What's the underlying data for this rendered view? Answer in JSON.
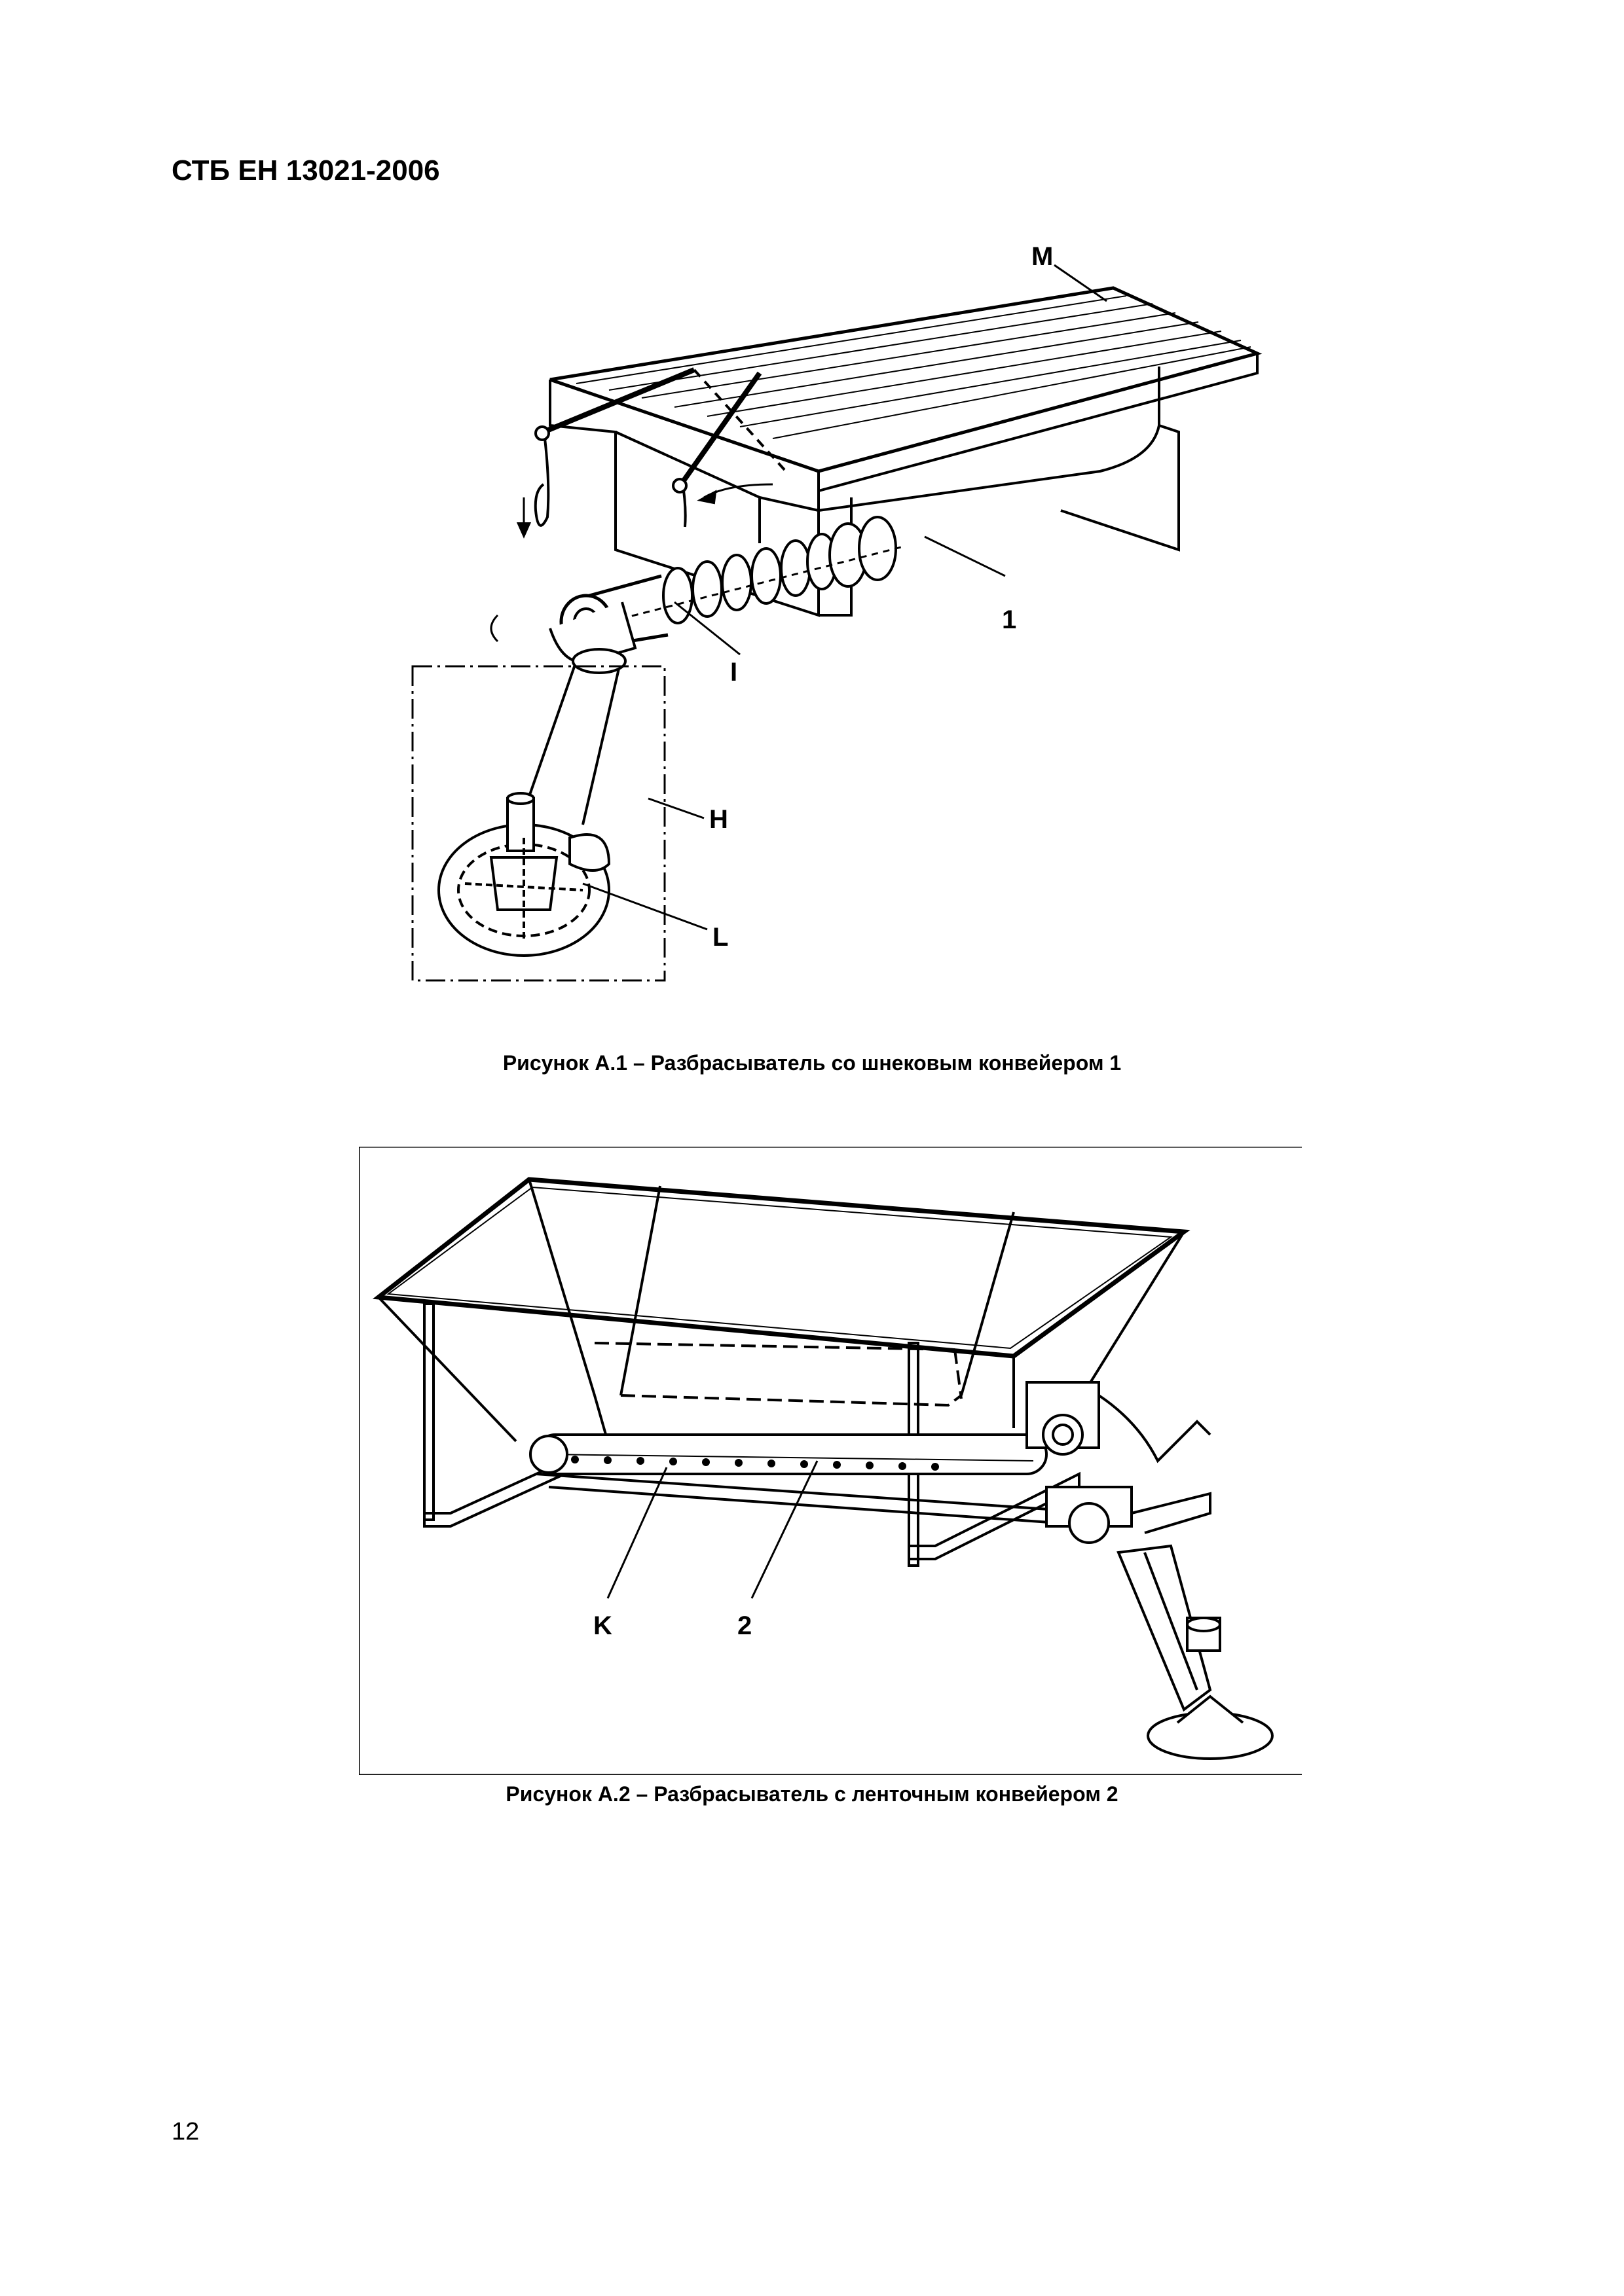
{
  "header": {
    "standard": "СТБ ЕН 13021-2006"
  },
  "figure1": {
    "caption": "Рисунок А.1 – Разбрасыватель со шнековым конвейером 1",
    "labels": {
      "m": "M",
      "one": "1",
      "i": "I",
      "h": "H",
      "l": "L"
    }
  },
  "figure2": {
    "caption": "Рисунок А.2 – Разбрасыватель с ленточным конвейером 2",
    "labels": {
      "k": "K",
      "two": "2"
    }
  },
  "footer": {
    "page_number": "12"
  }
}
